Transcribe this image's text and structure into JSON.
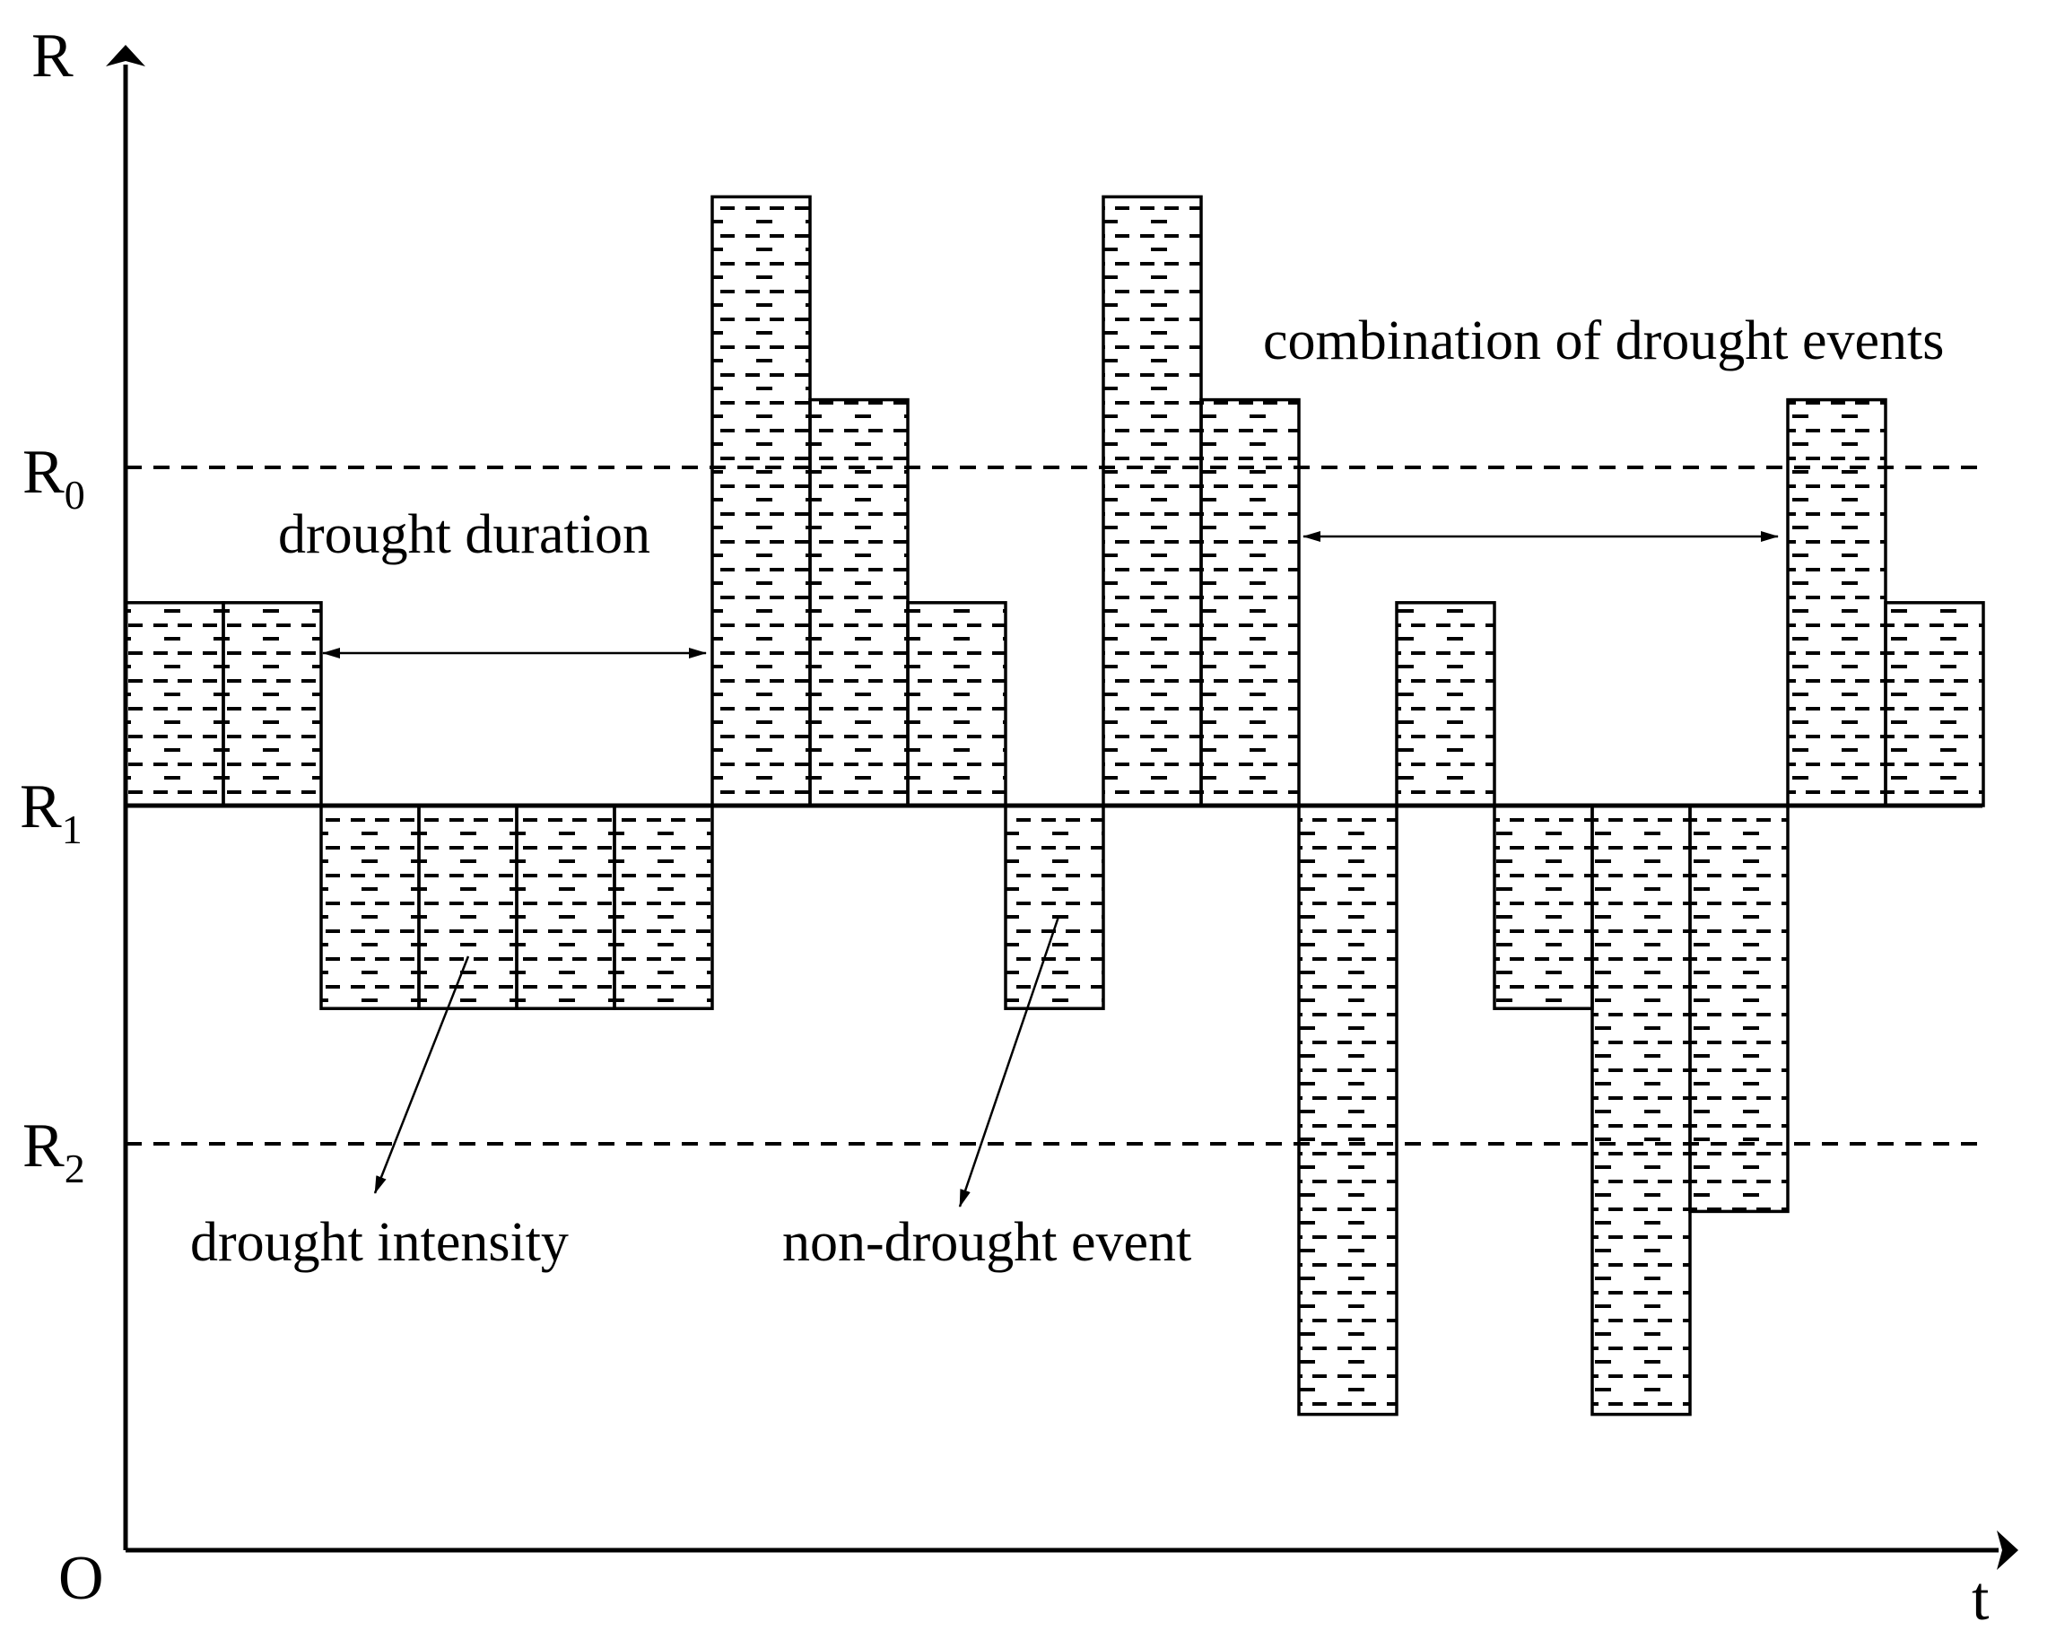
{
  "axes": {
    "y_label": "R",
    "x_label": "t",
    "origin_label": "O"
  },
  "levels": [
    {
      "name": "R0",
      "letter": "R",
      "sub": "0",
      "value": 1.0,
      "line": "dashed"
    },
    {
      "name": "R1",
      "letter": "R",
      "sub": "1",
      "value": 0.0,
      "line": "solid"
    },
    {
      "name": "R2",
      "letter": "R",
      "sub": "2",
      "value": -1.0,
      "line": "dashed"
    }
  ],
  "bars": [
    {
      "period": 1,
      "value": 0.6
    },
    {
      "period": 2,
      "value": 0.6
    },
    {
      "period": 3,
      "value": -0.6
    },
    {
      "period": 4,
      "value": -0.6
    },
    {
      "period": 5,
      "value": -0.6
    },
    {
      "period": 6,
      "value": -0.6
    },
    {
      "period": 7,
      "value": 1.8
    },
    {
      "period": 8,
      "value": 1.2
    },
    {
      "period": 9,
      "value": 0.6
    },
    {
      "period": 10,
      "value": -0.6
    },
    {
      "period": 11,
      "value": 1.8
    },
    {
      "period": 12,
      "value": 1.2
    },
    {
      "period": 13,
      "value": -1.8
    },
    {
      "period": 14,
      "value": 0.6
    },
    {
      "period": 15,
      "value": -0.6
    },
    {
      "period": 16,
      "value": -1.8
    },
    {
      "period": 17,
      "value": -1.2
    },
    {
      "period": 18,
      "value": 1.2
    },
    {
      "period": 19,
      "value": 0.6
    }
  ],
  "annotations": {
    "drought_duration": "drought duration",
    "drought_intensity": "drought intensity",
    "non_drought_event": "non-drought event",
    "combination": "combination of drought events"
  }
}
